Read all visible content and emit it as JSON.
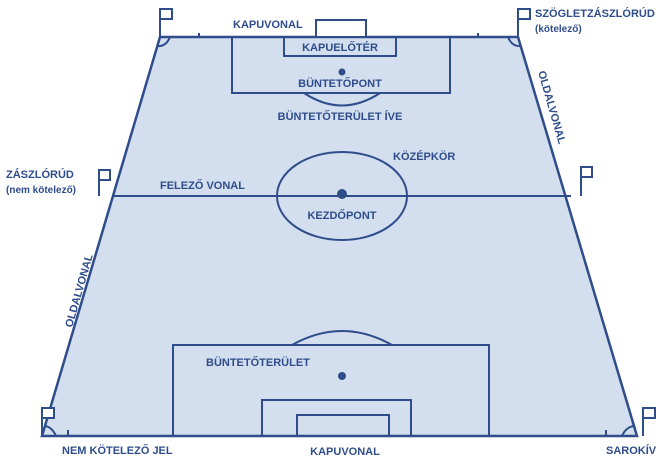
{
  "labels": {
    "kapuvonal_top": "KAPUVONAL",
    "kapuelter": "KAPUELŐTÉR",
    "buntetopont": "BÜNTETŐPONT",
    "buntetoterulet_ive": "BÜNTETŐTERÜLET ÍVE",
    "szogletzaszlorud": "SZÖGLETZÁSZLÓRÚD",
    "kotelezo": "(kötelező)",
    "oldalvonal_right": "OLDALVONAL",
    "kozepkor": "KÖZÉPKÖR",
    "zaszlorud": "ZÁSZLÓRÚD",
    "nem_kotelezo": "(nem kötelező)",
    "felezo_vonal": "FELEZŐ VONAL",
    "kezdopont": "KEZDŐPONT",
    "oldalvonal_left": "OLDALVONAL",
    "buntetoterulet": "BÜNTETŐTERÜLET",
    "nem_kotelezo_jel": "NEM KÖTELEZŐ JEL",
    "kapuvonal_bottom": "KAPUVONAL",
    "sarokiv": "SAROKÍV"
  },
  "colors": {
    "line": "#2f4d8a",
    "field": "#d3deef",
    "text": "#2f4d8a"
  }
}
